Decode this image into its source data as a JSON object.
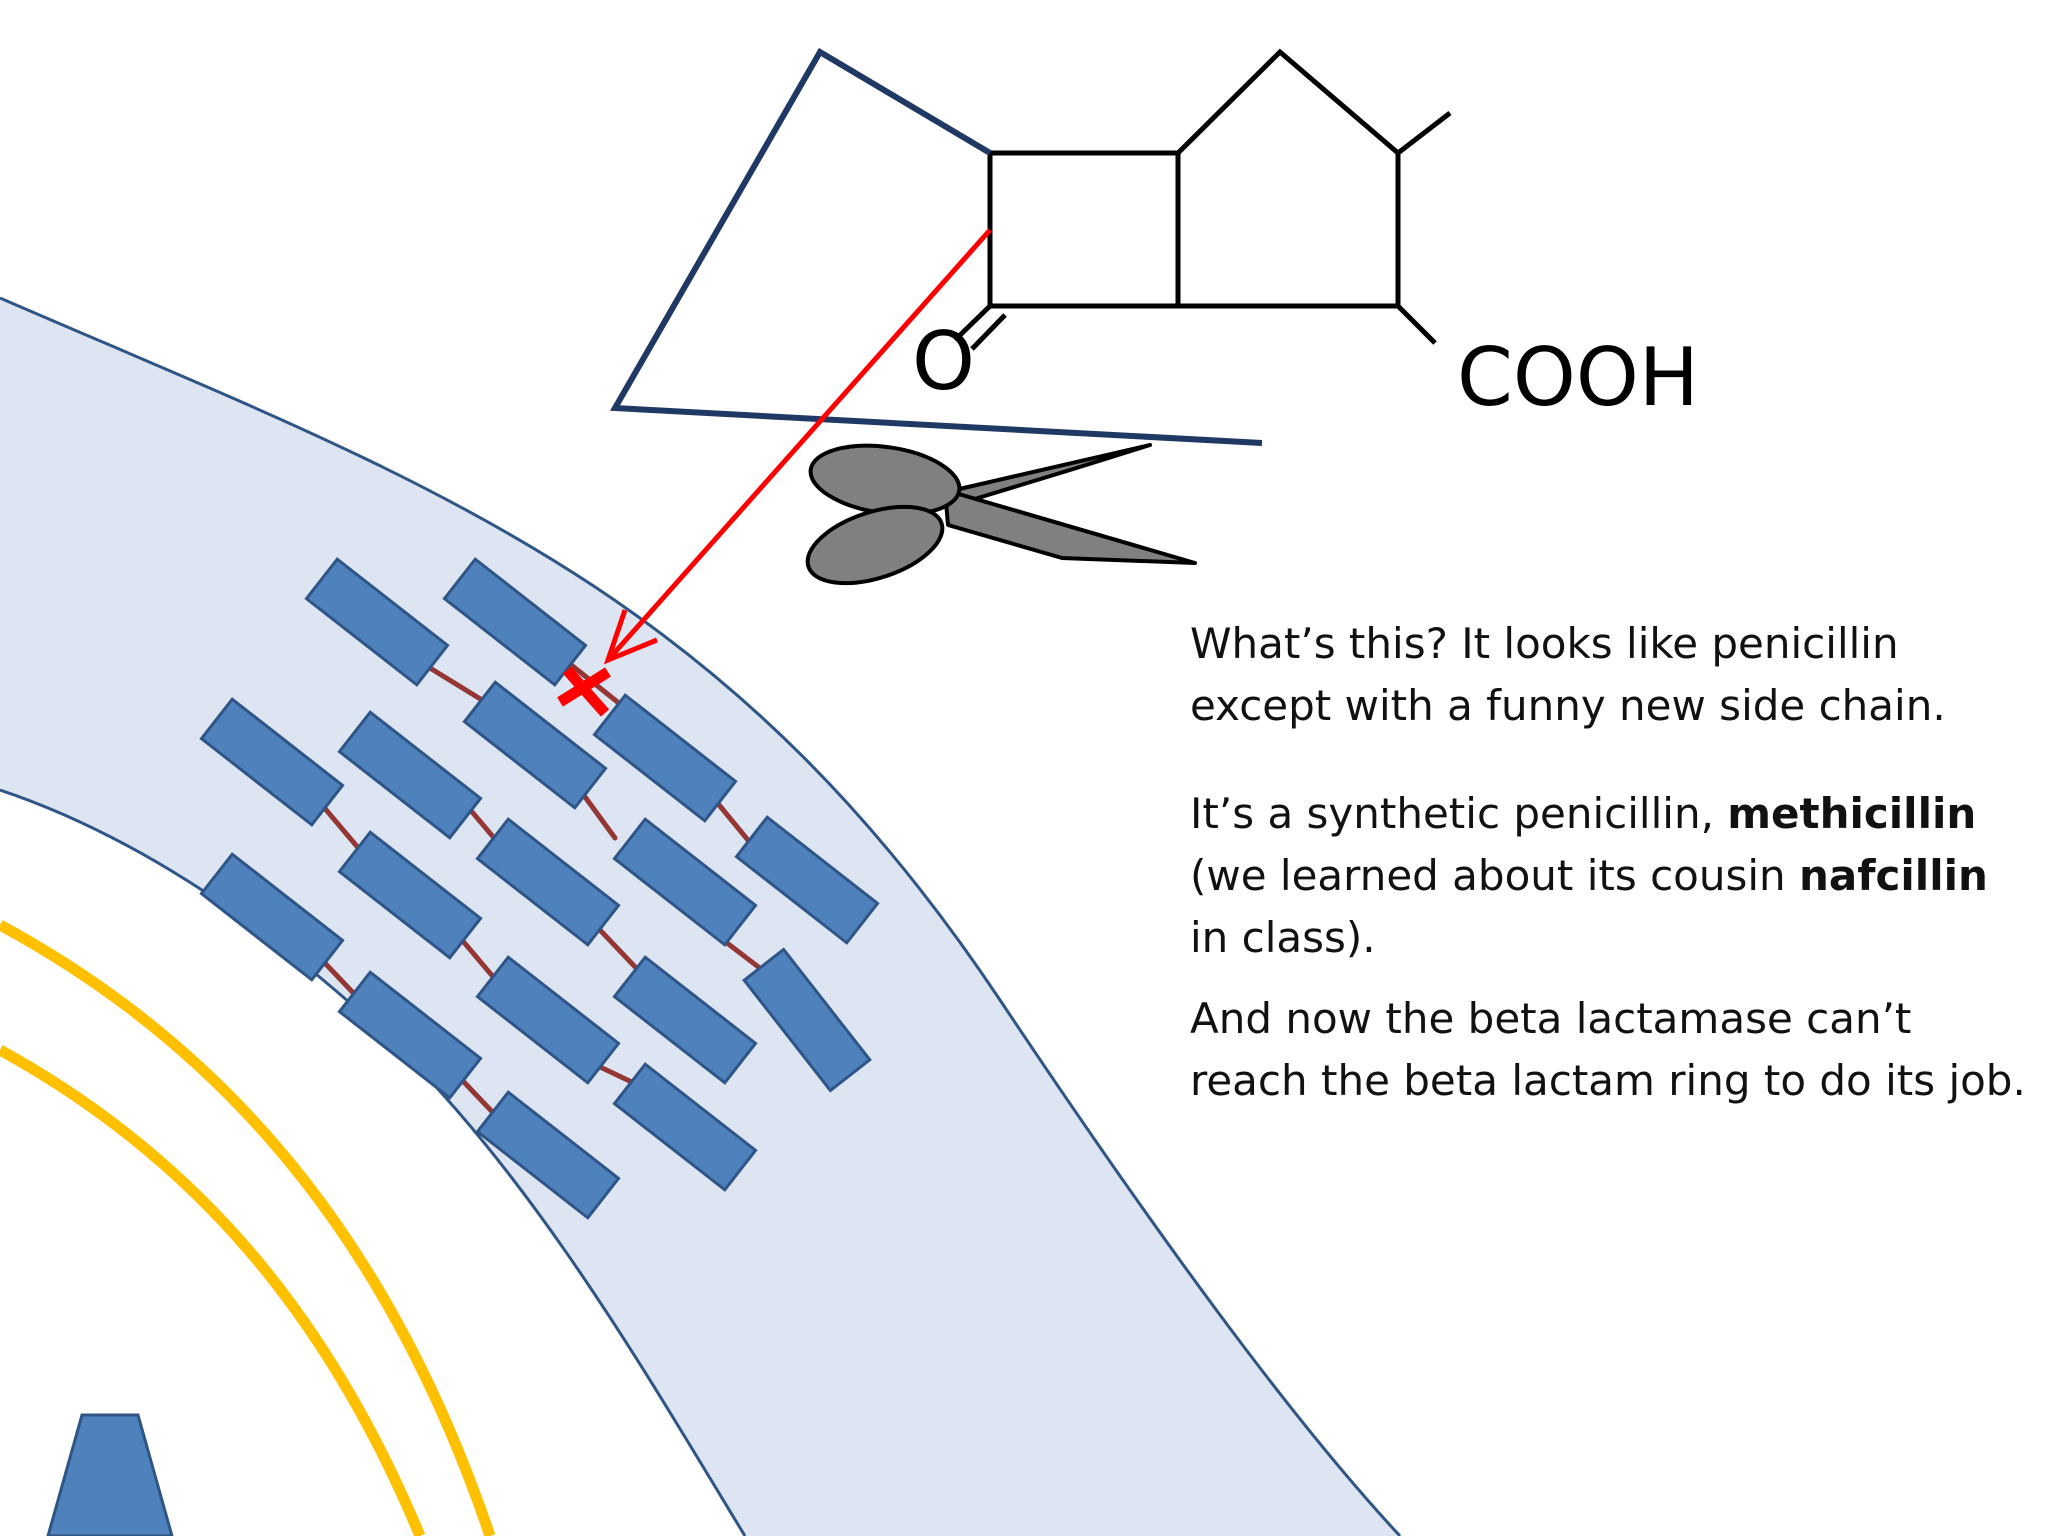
{
  "chemistry": {
    "oxygen_label": "O",
    "carboxyl_label": "COOH"
  },
  "text": {
    "p1": "What’s this? It looks like penicillin except with a funny new side chain.",
    "p2_a": "It’s a synthetic penicillin, ",
    "p2_b": "methicillin",
    "p2_c": " (we learned about its cousin ",
    "p2_d": "nafcillin",
    "p2_e": " in class).",
    "p3": "And now the beta lactamase can’t reach the beta lactam ring to do its job."
  },
  "colors": {
    "cell_wall_fill": "#dde5f3",
    "cell_wall_edge": "#2f5586",
    "membrane": "#ffc000",
    "peptidoglycan": "#4f81bd",
    "crosslink": "#943634",
    "arrow": "#ff0000",
    "scissors": "#808080"
  },
  "icons": [
    "scissors-icon",
    "cleavage-x-icon"
  ]
}
